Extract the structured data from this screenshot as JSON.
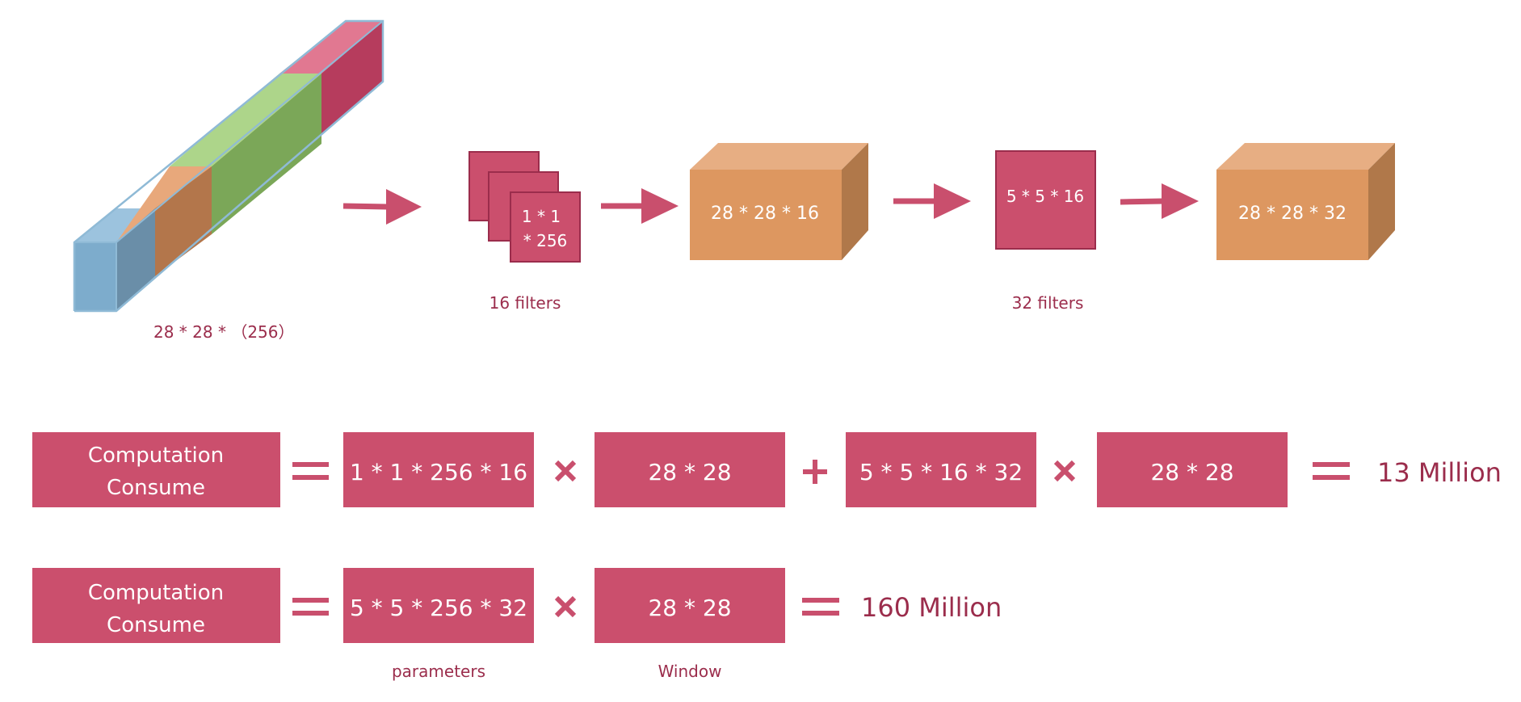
{
  "colors": {
    "accent": "#c94f6d",
    "accent_text": "#9b2d4c",
    "orange_front": "#dd9760",
    "orange_top": "#e7ae83",
    "orange_side": "#b0784a",
    "blue": "#7faccb",
    "green": "#aad389",
    "pink": "#e07790"
  },
  "input_tensor": {
    "label": "28 * 28 *  （256）"
  },
  "filters_1": {
    "box_line1": "1 * 1",
    "box_line2": "* 256",
    "label": "16 filters"
  },
  "output_1": {
    "label": "28 * 28 * 16"
  },
  "filters_2": {
    "box_label": "5 * 5 * 16",
    "label": "32 filters"
  },
  "output_2": {
    "label": "28 * 28 * 32"
  },
  "equation_1": {
    "lhs_line1": "Computation",
    "lhs_line2": "Consume",
    "term1": "1 * 1 * 256 * 16",
    "term2": "28 * 28",
    "term3": "5 * 5 * 16 * 32",
    "term4": "28 * 28",
    "result": "13 Million"
  },
  "equation_2": {
    "lhs_line1": "Computation",
    "lhs_line2": "Consume",
    "term1": "5 * 5 * 256 * 32",
    "term2": "28 * 28",
    "result": "160 Million",
    "caption1": "parameters",
    "caption2": "Window"
  }
}
